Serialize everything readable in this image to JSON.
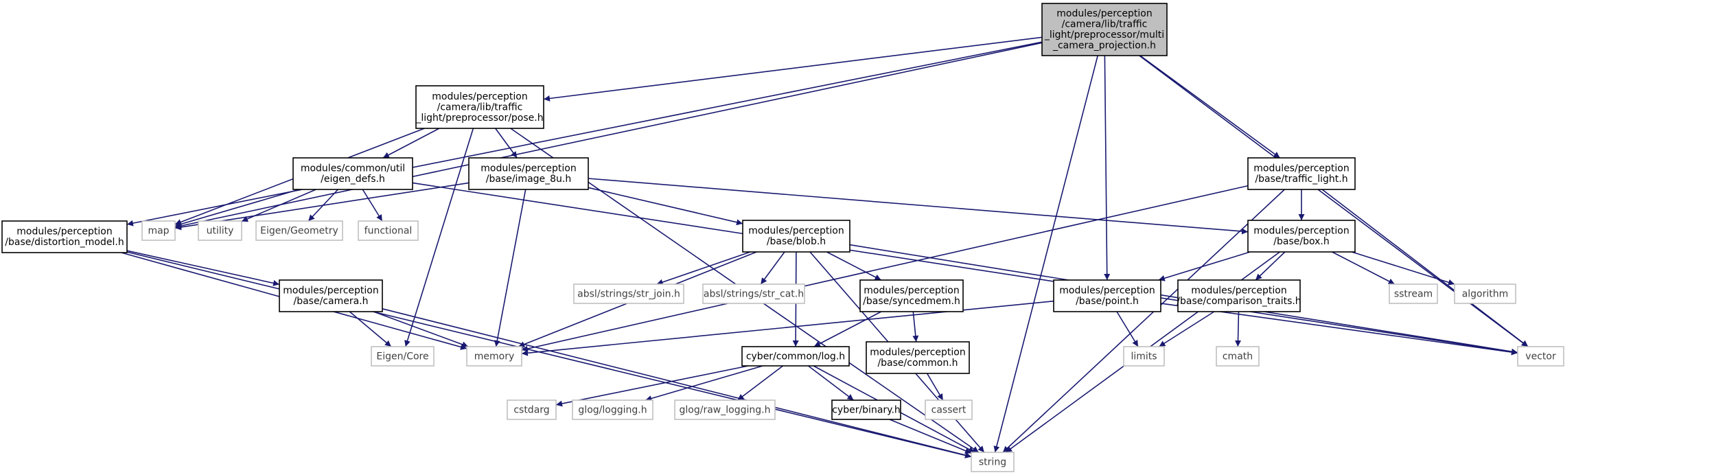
{
  "colors": {
    "edge": "#191970",
    "node_border": "#000000",
    "node_fill": "#ffffff",
    "root_fill": "#bfbfbf",
    "external_border": "#bfbfbf",
    "external_text": "#3f3f3f",
    "text": "#000000"
  },
  "nodes": [
    {
      "id": "root",
      "kind": "root",
      "lines": [
        "modules/perception",
        "/camera/lib/traffic",
        "_light/preprocessor/multi",
        "_camera_projection.h"
      ]
    },
    {
      "id": "pose",
      "kind": "header",
      "lines": [
        "modules/perception",
        "/camera/lib/traffic",
        "_light/preprocessor/pose.h"
      ]
    },
    {
      "id": "distortion",
      "kind": "header",
      "lines": [
        "modules/perception",
        "/base/distortion_model.h"
      ]
    },
    {
      "id": "eigen_defs",
      "kind": "header",
      "lines": [
        "modules/common/util",
        "/eigen_defs.h"
      ]
    },
    {
      "id": "image8u",
      "kind": "header",
      "lines": [
        "modules/perception",
        "/base/image_8u.h"
      ]
    },
    {
      "id": "traffic_light",
      "kind": "header",
      "lines": [
        "modules/perception",
        "/base/traffic_light.h"
      ]
    },
    {
      "id": "blob",
      "kind": "header",
      "lines": [
        "modules/perception",
        "/base/blob.h"
      ]
    },
    {
      "id": "box",
      "kind": "header",
      "lines": [
        "modules/perception",
        "/base/box.h"
      ]
    },
    {
      "id": "camera",
      "kind": "header",
      "lines": [
        "modules/perception",
        "/base/camera.h"
      ]
    },
    {
      "id": "syncedmem",
      "kind": "header",
      "lines": [
        "modules/perception",
        "/base/syncedmem.h"
      ]
    },
    {
      "id": "point",
      "kind": "header",
      "lines": [
        "modules/perception",
        "/base/point.h"
      ]
    },
    {
      "id": "comparison",
      "kind": "header",
      "lines": [
        "modules/perception",
        "/base/comparison_traits.h"
      ]
    },
    {
      "id": "common",
      "kind": "header",
      "lines": [
        "modules/perception",
        "/base/common.h"
      ]
    },
    {
      "id": "log",
      "kind": "header",
      "lines": [
        "cyber/common/log.h"
      ]
    },
    {
      "id": "binary",
      "kind": "header",
      "lines": [
        "cyber/binary.h"
      ]
    },
    {
      "id": "map",
      "kind": "external",
      "lines": [
        "map"
      ]
    },
    {
      "id": "utility",
      "kind": "external",
      "lines": [
        "utility"
      ]
    },
    {
      "id": "eigen_geometry",
      "kind": "external",
      "lines": [
        "Eigen/Geometry"
      ]
    },
    {
      "id": "functional",
      "kind": "external",
      "lines": [
        "functional"
      ]
    },
    {
      "id": "eigen_core",
      "kind": "external",
      "lines": [
        "Eigen/Core"
      ]
    },
    {
      "id": "memory",
      "kind": "external",
      "lines": [
        "memory"
      ]
    },
    {
      "id": "str_join",
      "kind": "external",
      "lines": [
        "absl/strings/str_join.h"
      ]
    },
    {
      "id": "str_cat",
      "kind": "external",
      "lines": [
        "absl/strings/str_cat.h"
      ]
    },
    {
      "id": "sstream",
      "kind": "external",
      "lines": [
        "sstream"
      ]
    },
    {
      "id": "algorithm",
      "kind": "external",
      "lines": [
        "algorithm"
      ]
    },
    {
      "id": "limits",
      "kind": "external",
      "lines": [
        "limits"
      ]
    },
    {
      "id": "cmath",
      "kind": "external",
      "lines": [
        "cmath"
      ]
    },
    {
      "id": "vector",
      "kind": "external",
      "lines": [
        "vector"
      ]
    },
    {
      "id": "cassert",
      "kind": "external",
      "lines": [
        "cassert"
      ]
    },
    {
      "id": "cstdarg",
      "kind": "external",
      "lines": [
        "cstdarg"
      ]
    },
    {
      "id": "glog_logging",
      "kind": "external",
      "lines": [
        "glog/logging.h"
      ]
    },
    {
      "id": "glog_raw",
      "kind": "external",
      "lines": [
        "glog/raw_logging.h"
      ]
    },
    {
      "id": "string",
      "kind": "external",
      "lines": [
        "string"
      ]
    }
  ],
  "edges": [
    {
      "from": "root",
      "to": "map"
    },
    {
      "from": "root",
      "to": "distortion"
    },
    {
      "from": "root",
      "to": "pose"
    },
    {
      "from": "root",
      "to": "point"
    },
    {
      "from": "root",
      "to": "traffic_light"
    },
    {
      "from": "root",
      "to": "vector"
    },
    {
      "from": "root",
      "to": "string"
    },
    {
      "from": "pose",
      "to": "map"
    },
    {
      "from": "pose",
      "to": "eigen_defs"
    },
    {
      "from": "pose",
      "to": "image8u"
    },
    {
      "from": "pose",
      "to": "eigen_core"
    },
    {
      "from": "pose",
      "to": "string"
    },
    {
      "from": "eigen_defs",
      "to": "map"
    },
    {
      "from": "eigen_defs",
      "to": "utility"
    },
    {
      "from": "eigen_defs",
      "to": "eigen_geometry"
    },
    {
      "from": "eigen_defs",
      "to": "functional"
    },
    {
      "from": "eigen_defs",
      "to": "vector"
    },
    {
      "from": "image8u",
      "to": "map"
    },
    {
      "from": "image8u",
      "to": "memory"
    },
    {
      "from": "image8u",
      "to": "blob"
    },
    {
      "from": "image8u",
      "to": "box"
    },
    {
      "from": "distortion",
      "to": "camera"
    },
    {
      "from": "distortion",
      "to": "memory"
    },
    {
      "from": "distortion",
      "to": "string"
    },
    {
      "from": "camera",
      "to": "eigen_core"
    },
    {
      "from": "camera",
      "to": "memory"
    },
    {
      "from": "camera",
      "to": "string"
    },
    {
      "from": "blob",
      "to": "memory"
    },
    {
      "from": "blob",
      "to": "str_join"
    },
    {
      "from": "blob",
      "to": "str_cat"
    },
    {
      "from": "blob",
      "to": "log"
    },
    {
      "from": "blob",
      "to": "syncedmem"
    },
    {
      "from": "blob",
      "to": "vector"
    },
    {
      "from": "blob",
      "to": "string"
    },
    {
      "from": "syncedmem",
      "to": "log"
    },
    {
      "from": "syncedmem",
      "to": "common"
    },
    {
      "from": "common",
      "to": "cassert"
    },
    {
      "from": "log",
      "to": "cstdarg"
    },
    {
      "from": "log",
      "to": "glog_logging"
    },
    {
      "from": "log",
      "to": "glog_raw"
    },
    {
      "from": "log",
      "to": "binary"
    },
    {
      "from": "log",
      "to": "string"
    },
    {
      "from": "binary",
      "to": "string"
    },
    {
      "from": "traffic_light",
      "to": "memory"
    },
    {
      "from": "traffic_light",
      "to": "box"
    },
    {
      "from": "traffic_light",
      "to": "vector"
    },
    {
      "from": "traffic_light",
      "to": "string"
    },
    {
      "from": "box",
      "to": "point"
    },
    {
      "from": "box",
      "to": "comparison"
    },
    {
      "from": "box",
      "to": "sstream"
    },
    {
      "from": "box",
      "to": "algorithm"
    },
    {
      "from": "box",
      "to": "string"
    },
    {
      "from": "point",
      "to": "memory"
    },
    {
      "from": "point",
      "to": "limits"
    },
    {
      "from": "point",
      "to": "vector"
    },
    {
      "from": "comparison",
      "to": "limits"
    },
    {
      "from": "comparison",
      "to": "cmath"
    }
  ]
}
